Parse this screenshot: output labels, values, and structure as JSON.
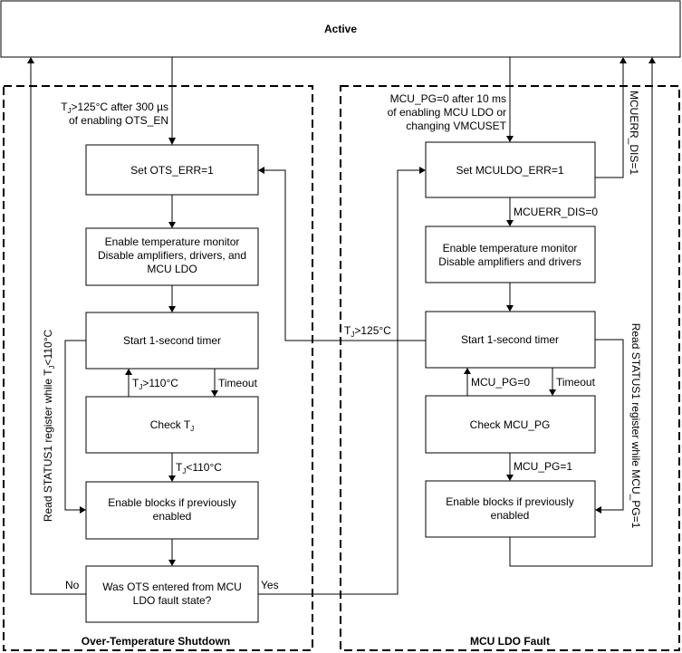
{
  "active": "Active",
  "ots": {
    "title": "Over-Temperature Shutdown",
    "entry_1": "T",
    "entry_1_sub": "J",
    "entry_1_rest": ">125°C after 300 µs",
    "entry_2": "of enabling OTS_EN",
    "set_err": "Set OTS_ERR=1",
    "enable_monitor": [
      "Enable temperature monitor",
      "Disable amplifiers, drivers, and",
      "MCU LDO"
    ],
    "timer": "Start 1-second timer",
    "check": "Check T",
    "check_sub": "J",
    "retry_t": "T",
    "retry_sub": "J",
    "retry_rest": ">110°C",
    "timeout": "Timeout",
    "cool_t": "T",
    "cool_sub": "J",
    "cool_rest": "<110°C",
    "enable_blocks": [
      "Enable blocks if previously",
      "enabled"
    ],
    "decision": [
      "Was OTS entered from MCU",
      "LDO fault state?"
    ],
    "no": "No",
    "yes": "Yes",
    "side_label": "Read STATUS1 register while T",
    "side_sub": "J",
    "side_rest": "<110°C"
  },
  "mcu": {
    "title": "MCU LDO Fault",
    "entry": [
      "MCU_PG=0 after 10 ms",
      "of enabling MCU LDO or",
      "changing VMCUSET"
    ],
    "set_err": "Set MCULDO_ERR=1",
    "dis0": "MCUERR_DIS=0",
    "dis1": "MCUERR_DIS=1",
    "enable_monitor": [
      "Enable temperature monitor",
      "Disable amplifiers and drivers"
    ],
    "timer": "Start 1-second timer",
    "pg0": "MCU_PG=0",
    "timeout": "Timeout",
    "check": "Check MCU_PG",
    "pg1": "MCU_PG=1",
    "enable_blocks": [
      "Enable blocks if previously",
      "enabled"
    ],
    "side_label": "Read STATUS1 register while MCU_PG=1"
  },
  "cross": {
    "t": "T",
    "sub": "J",
    "rest": ">125°C"
  }
}
